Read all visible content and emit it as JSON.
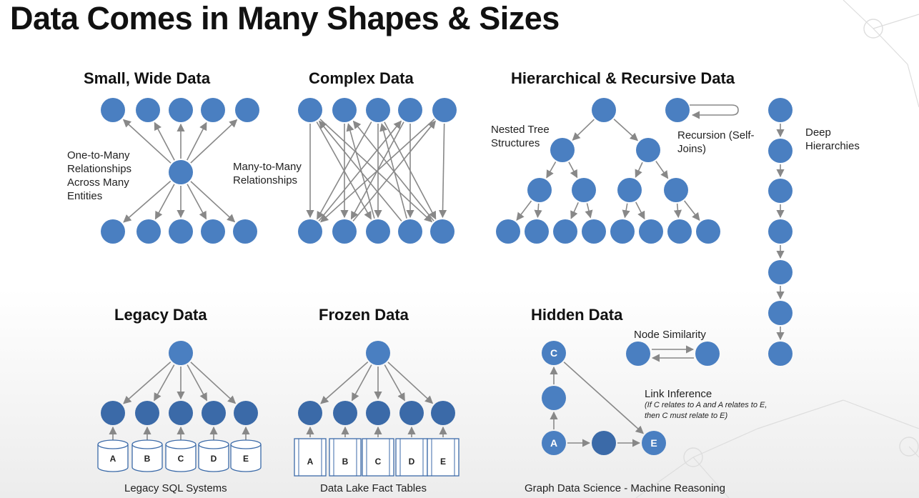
{
  "title": "Data Comes in Many Shapes & Sizes",
  "sections": {
    "small_wide": {
      "title": "Small, Wide Data",
      "label": [
        "One-to-Many",
        "Relationships",
        "Across Many",
        "Entities"
      ]
    },
    "complex": {
      "title": "Complex Data",
      "label": [
        "Many-to-Many",
        "Relationships"
      ]
    },
    "hierarchical": {
      "title": "Hierarchical & Recursive Data",
      "tree_label": [
        "Nested Tree",
        "Structures"
      ],
      "recursion_label": [
        "Recursion (Self-",
        "Joins)"
      ],
      "deep_label": [
        "Deep",
        "Hierarchies"
      ]
    },
    "legacy": {
      "title": "Legacy Data",
      "caption": "Legacy SQL Systems",
      "db_labels": [
        "A",
        "B",
        "C",
        "D",
        "E"
      ]
    },
    "frozen": {
      "title": "Frozen Data",
      "caption": "Data Lake Fact Tables",
      "table_labels": [
        "A",
        "B",
        "C",
        "D",
        "E"
      ]
    },
    "hidden": {
      "title": "Hidden Data",
      "similarity_label": "Node Similarity",
      "link_label": "Link Inference",
      "link_note": [
        "(If C relates to A and A relates to E,",
        "then C must relate to E)"
      ],
      "node_labels": {
        "c": "C",
        "a": "A",
        "e": "E"
      },
      "caption": "Graph Data Science - Machine Reasoning"
    }
  },
  "colors": {
    "node": "#4a7fc1",
    "node_dark": "#3b6aa8",
    "edge": "#888888",
    "background_line": "#dddddd"
  }
}
